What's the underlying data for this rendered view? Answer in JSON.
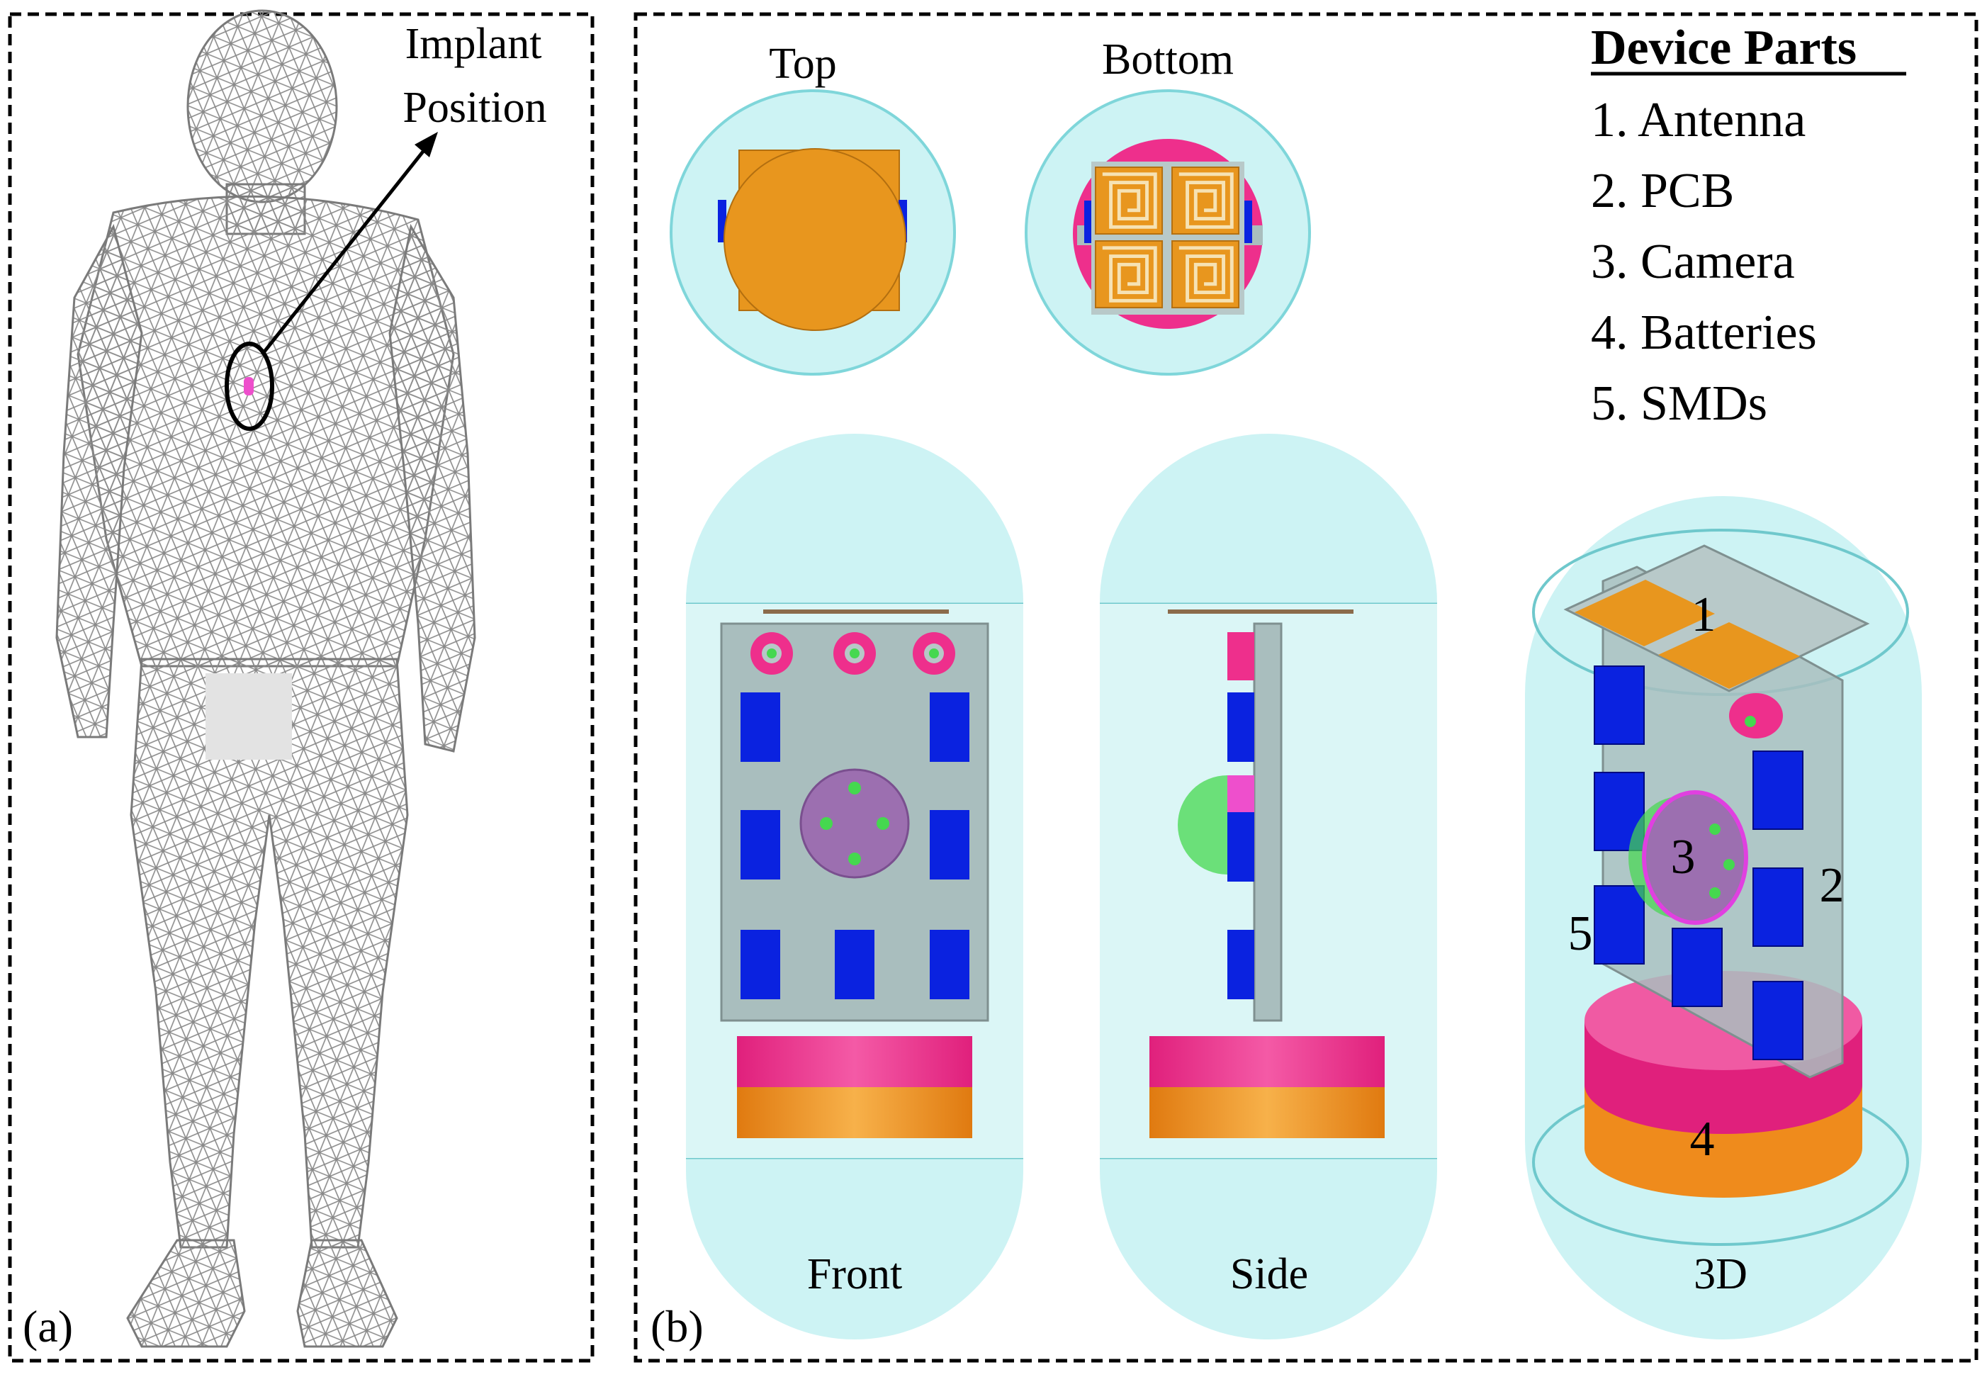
{
  "panel_a": {
    "label": "(a)",
    "annotation": [
      "Implant",
      "Position"
    ]
  },
  "panel_b": {
    "label": "(b)",
    "views": {
      "top": "Top",
      "bottom": "Bottom",
      "front": "Front",
      "side": "Side",
      "three_d": "3D"
    },
    "legend": {
      "title": "Device Parts",
      "items": [
        "1. Antenna",
        "2. PCB",
        "3. Camera",
        "4. Batteries",
        "5. SMDs"
      ]
    },
    "callouts": [
      "1",
      "2",
      "3",
      "4",
      "5"
    ]
  },
  "colors": {
    "capsule_fill": "#cdf3f4",
    "capsule_edge": "#7fd6da",
    "antenna_orange": "#e8961e",
    "pcb_gray": "#a9bebe",
    "battery_magenta": "#ee2f8c",
    "battery_orange": "#ef8b1c",
    "smd_blue": "#0a22e0",
    "camera_purple": "#9c6fb0",
    "lens_green": "#45d84f",
    "body_mesh": "#8a8a8a"
  }
}
